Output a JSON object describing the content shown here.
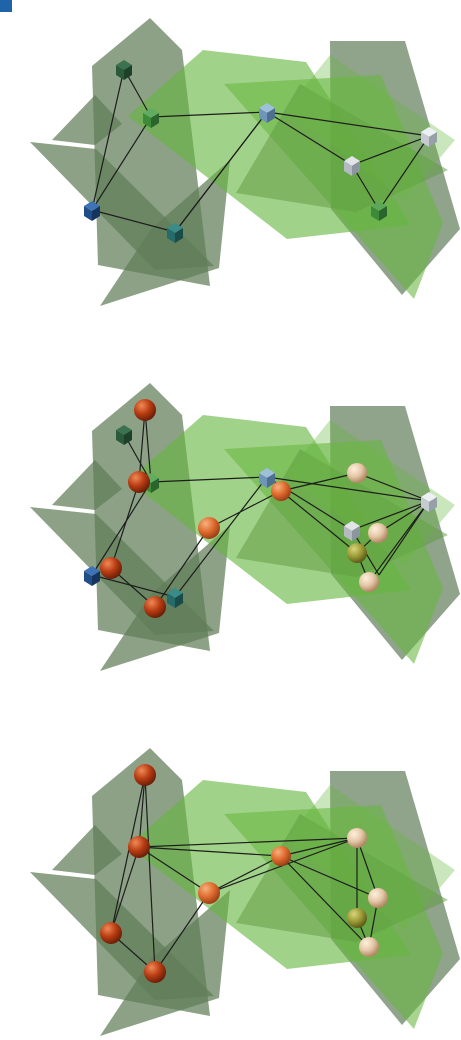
{
  "figure": {
    "panels": [
      {
        "id": "panel-1",
        "nodes": [
          {
            "id": "n1",
            "kind": "cube",
            "color": "dark-green"
          },
          {
            "id": "n2",
            "kind": "cube",
            "color": "green"
          },
          {
            "id": "n3",
            "kind": "cube",
            "color": "blue-gray"
          },
          {
            "id": "n4",
            "kind": "cube",
            "color": "gray"
          },
          {
            "id": "n5",
            "kind": "cube",
            "color": "gray"
          },
          {
            "id": "n6",
            "kind": "cube",
            "color": "green"
          },
          {
            "id": "n7",
            "kind": "cube",
            "color": "blue"
          },
          {
            "id": "n8",
            "kind": "cube",
            "color": "teal"
          }
        ]
      },
      {
        "id": "panel-2",
        "nodes": [
          {
            "id": "s1",
            "kind": "sphere",
            "color": "orange-red"
          },
          {
            "id": "s2",
            "kind": "sphere",
            "color": "orange-red"
          },
          {
            "id": "s3",
            "kind": "sphere",
            "color": "orange"
          },
          {
            "id": "s4",
            "kind": "sphere",
            "color": "orange"
          },
          {
            "id": "s5",
            "kind": "sphere",
            "color": "peach"
          },
          {
            "id": "s6",
            "kind": "sphere",
            "color": "peach"
          },
          {
            "id": "s7",
            "kind": "sphere",
            "color": "olive"
          },
          {
            "id": "s8",
            "kind": "sphere",
            "color": "peach"
          },
          {
            "id": "s9",
            "kind": "sphere",
            "color": "orange-red"
          },
          {
            "id": "s10",
            "kind": "sphere",
            "color": "orange-red"
          }
        ]
      },
      {
        "id": "panel-3",
        "nodes": [
          {
            "id": "t1",
            "kind": "sphere",
            "color": "orange-red"
          },
          {
            "id": "t2",
            "kind": "sphere",
            "color": "orange-red"
          },
          {
            "id": "t3",
            "kind": "sphere",
            "color": "orange"
          },
          {
            "id": "t4",
            "kind": "sphere",
            "color": "orange"
          },
          {
            "id": "t5",
            "kind": "sphere",
            "color": "peach"
          },
          {
            "id": "t6",
            "kind": "sphere",
            "color": "peach"
          },
          {
            "id": "t7",
            "kind": "sphere",
            "color": "olive"
          },
          {
            "id": "t8",
            "kind": "sphere",
            "color": "peach"
          },
          {
            "id": "t9",
            "kind": "sphere",
            "color": "orange-red"
          },
          {
            "id": "t10",
            "kind": "sphere",
            "color": "orange-red"
          }
        ]
      }
    ],
    "colors": {
      "background": "#ffffff",
      "corner_marker": "#1f64a8",
      "plane_dark": "#5f7d58",
      "plane_light": "#67b640",
      "plane_mid": "#5f9c42",
      "edge": "#1d1d1d",
      "cube_dark_green": "#2b5a3b",
      "cube_green": "#3d8a3a",
      "cube_blue_gray": "#6f95b8",
      "cube_gray": "#c5cbd1",
      "cube_blue": "#214e87",
      "cube_teal": "#266b69",
      "sphere_orange_red": "#b83c12",
      "sphere_orange": "#df6b2e",
      "sphere_peach": "#e4c7a7",
      "sphere_olive": "#9c9b36"
    }
  }
}
